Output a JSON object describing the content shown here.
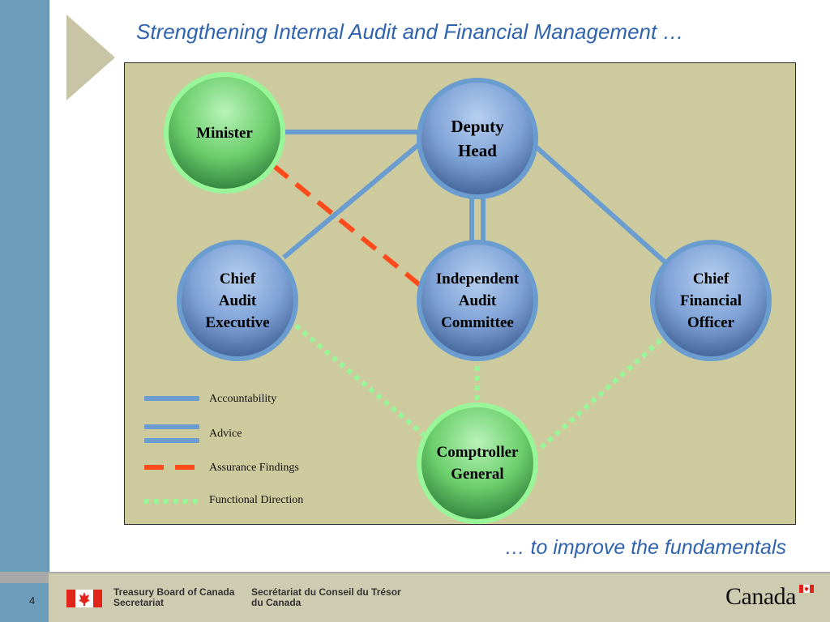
{
  "title": "Strengthening Internal Audit and Financial Management …",
  "subtitle": "… to improve the fundamentals",
  "page_number": "4",
  "nodes": {
    "minister": "Minister",
    "deputy_head": "Deputy\nHead",
    "chief_audit_executive": "Chief\nAudit\nExecutive",
    "independent_audit_committee": "Independent\nAudit\nCommittee",
    "chief_financial_officer": "Chief\nFinancial\nOfficer",
    "comptroller_general": "Comptroller\nGeneral"
  },
  "legend": {
    "accountability": "Accountability",
    "advice": "Advice",
    "assurance_findings": "Assurance Findings",
    "functional_direction": "Functional Direction"
  },
  "colors": {
    "accountability": "#6b9cd0",
    "assurance": "#ff4a1c",
    "functional": "#98f598",
    "blue_node": "#6f93c8",
    "green_node": "#5fbf5f",
    "panel": "#cdcb9e",
    "title": "#2f63ae"
  },
  "footer": {
    "org_en": "Treasury Board of Canada\nSecretariat",
    "org_fr": "Secrétariat du Conseil du Trésor\ndu Canada",
    "wordmark": "Canada"
  }
}
